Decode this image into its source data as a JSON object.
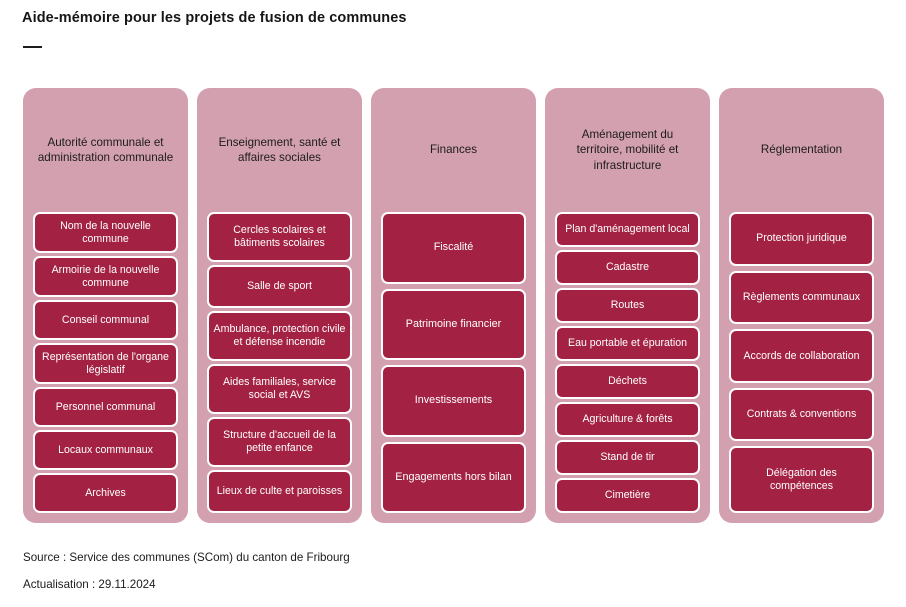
{
  "header": {
    "title": "Aide-mémoire pour les projets de fusion de communes",
    "rule": "—"
  },
  "theme": {
    "panel_bg": "#d3a0af",
    "item_bg": "#a32142",
    "item_border": "#ffffff",
    "item_text": "#ffffff",
    "page_bg": "#ffffff",
    "text": "#1c1c1c"
  },
  "columns": [
    {
      "title": "Autorité communale et administration communale",
      "items": [
        "Nom de la nouvelle commune",
        "Armoirie de la nouvelle commune",
        "Conseil communal",
        "Représentation de l'organe législatif",
        "Personnel communal",
        "Locaux communaux",
        "Archives"
      ]
    },
    {
      "title": "Enseignement, santé et affaires sociales",
      "items": [
        "Cercles scolaires et bâtiments scolaires",
        "Salle de sport",
        "Ambulance, protection civile et défense incendie",
        "Aides familiales, service social et AVS",
        "Structure d'accueil de la petite enfance",
        "Lieux de culte et paroisses"
      ]
    },
    {
      "title": "Finances",
      "items": [
        "Fiscalité",
        "Patrimoine financier",
        "Investissements",
        "Engagements hors bilan"
      ]
    },
    {
      "title": "Aménagement du territoire, mobilité et infrastructure",
      "items": [
        "Plan d'aménagement local",
        "Cadastre",
        "Routes",
        "Eau portable et épuration",
        "Déchets",
        "Agriculture & forêts",
        "Stand de tir",
        "Cimetière"
      ]
    },
    {
      "title": "Réglementation",
      "items": [
        "Protection juridique",
        "Règlements communaux",
        "Accords de collaboration",
        "Contrats & conventions",
        "Délégation des compétences"
      ]
    }
  ],
  "footer": {
    "source": "Source : Service des communes (SCom) du canton de Fribourg",
    "updated": "Actualisation : 29.11.2024"
  }
}
